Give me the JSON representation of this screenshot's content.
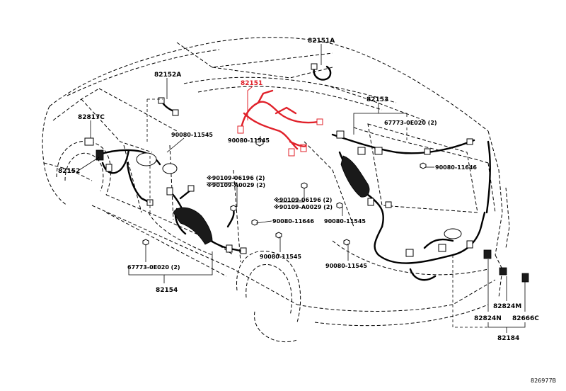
{
  "labels": {
    "p82151A": "82151A",
    "p82152A": "82152A",
    "p82151": "82151",
    "p82153": "82153",
    "p82817C": "82817C",
    "p82152": "82152",
    "clip_67773_right": "67773-0E020 (2)",
    "bolt_90080_11545_a": "90080-11545",
    "bolt_90080_11545_b": "90080-11545",
    "bolt_90080_11646_a": "90080-11646",
    "note_90109_06196_a": "※90109-06196 (2)",
    "note_90109_A0029_a": "※90109-A0029 (2)",
    "note_90109_06196_b": "※90109-06196 (2)",
    "note_90109_A0029_b": "※90109-A0029 (2)",
    "bolt_90080_11545_c": "90080-11545",
    "bolt_90080_11646_b": "90080-11646",
    "bolt_90080_11545_d": "90080-11545",
    "bolt_90080_11545_e": "90080-11545",
    "clip_67773_left": "67773-0E020 (2)",
    "p82154": "82154",
    "p82824M": "82824M",
    "p82824N": "82824N",
    "p82666C": "82666C",
    "p82184": "82184",
    "drawing_ref": "826977B"
  },
  "colors": {
    "highlight": "#e0212a",
    "line": "#000000",
    "background": "#ffffff"
  }
}
